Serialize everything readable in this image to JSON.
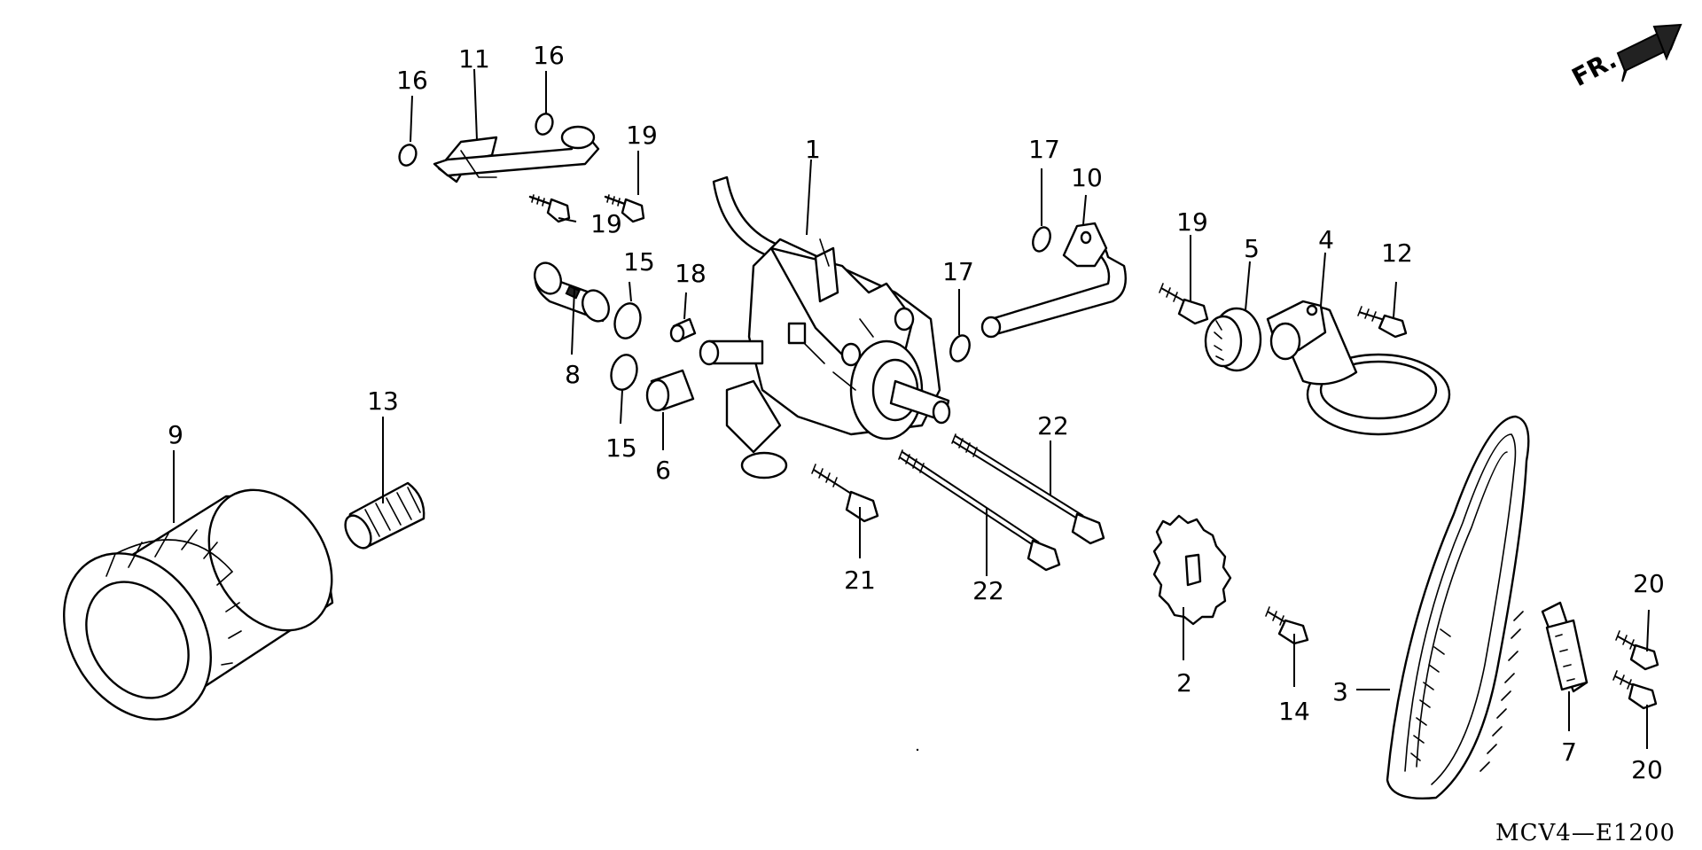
{
  "diagram": {
    "direction_arrow_label": "FR.",
    "diagram_code": "MCV4—E1200",
    "callouts": {
      "oil_pump": "1",
      "pump_sprocket": "2",
      "drive_chain": "3",
      "oil_strainer": "4",
      "strainer_seal": "5",
      "dowel_pin": "6",
      "chain_guide": "7",
      "relief_valve": "8",
      "oil_filter": "9",
      "oil_pipe_right": "10",
      "oil_pipe_left": "11",
      "strainer_bolt": "12",
      "filter_boss": "13",
      "sprocket_bolt": "14",
      "o_ring_upper": "15",
      "o_ring_lower": "15",
      "o_ring_left": "16",
      "o_ring_right": "16",
      "o_ring_pipe_top": "17",
      "o_ring_pipe_side": "17",
      "dowel_small": "18",
      "bolt_left_a": "19",
      "bolt_left_b": "19",
      "bolt_right": "19",
      "guide_bolt_top": "20",
      "guide_bolt_bottom": "20",
      "pump_bolt_short": "21",
      "pump_bolt_long_top": "22",
      "pump_bolt_long_bottom": "22"
    }
  }
}
